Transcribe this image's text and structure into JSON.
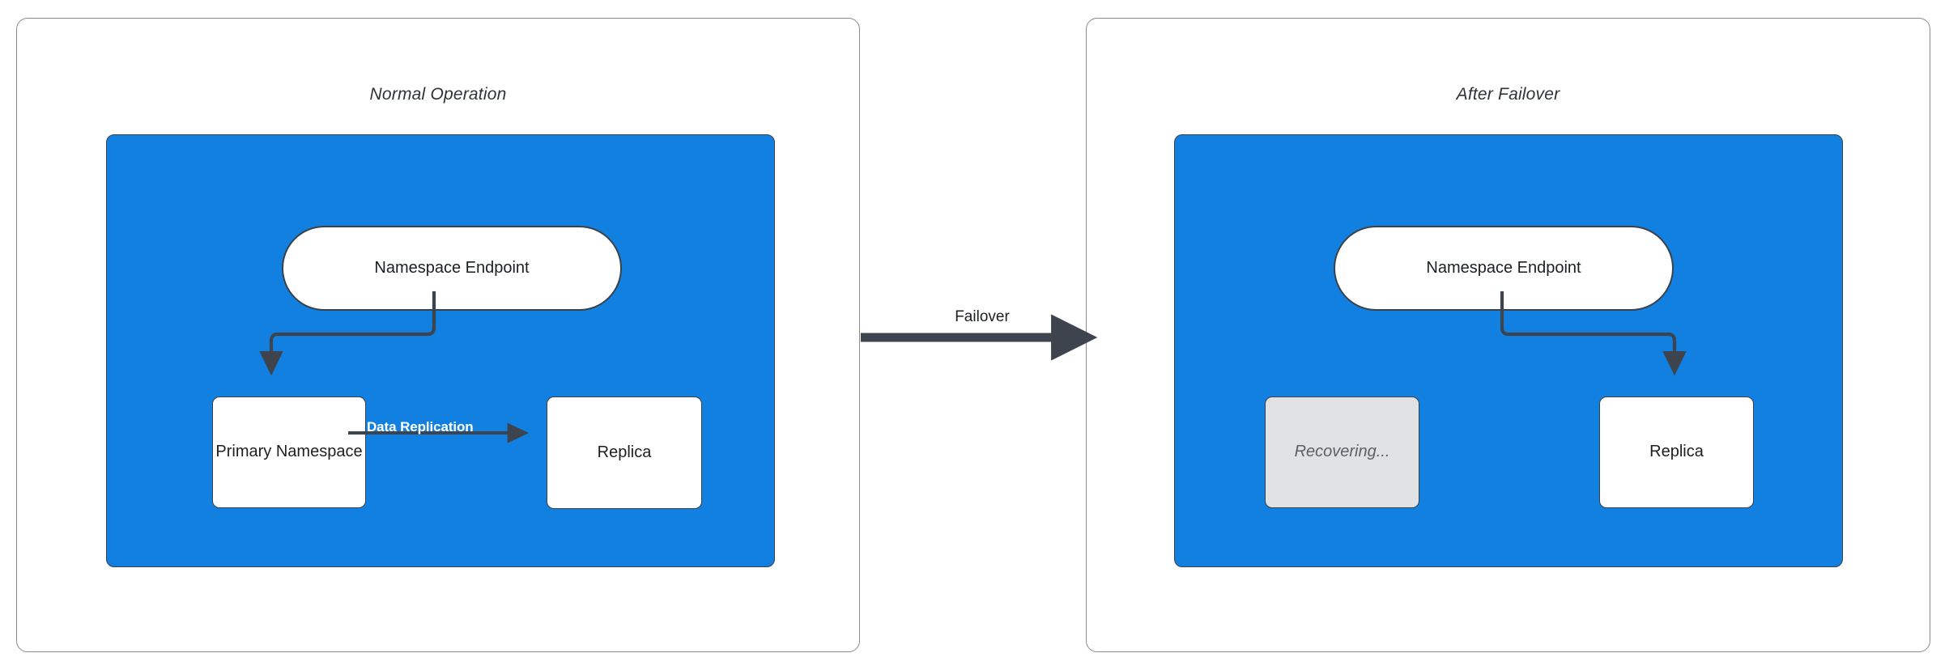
{
  "diagram": {
    "title_hidden": "",
    "panels": [
      {
        "id": "normal-operation",
        "title": "Normal Operation",
        "endpoint_label": "Namespace Endpoint",
        "left_node_label": "Primary Namespace",
        "right_node_label": "Replica",
        "edge_label": "Data Replication",
        "left_node_state": "active",
        "zone_color": "#1180e0"
      },
      {
        "id": "after-failover",
        "title": "After Failover",
        "endpoint_label": "Namespace Endpoint",
        "left_node_label": "Recovering...",
        "right_node_label": "Replica",
        "edge_label": "",
        "left_node_state": "recovering",
        "zone_color": "#1180e0"
      }
    ],
    "transition": {
      "label": "Failover",
      "arrow_color": "#3d444d"
    },
    "colors": {
      "zone_blue": "#1180e0",
      "stroke_dark": "#3a4149",
      "panel_border": "#8a8a8a",
      "dim_fill": "#e0e2e4",
      "dim_text": "#5a6066",
      "text_dark": "#1c1f22",
      "edge_label_text": "#ffffff",
      "background": "#ffffff"
    }
  }
}
